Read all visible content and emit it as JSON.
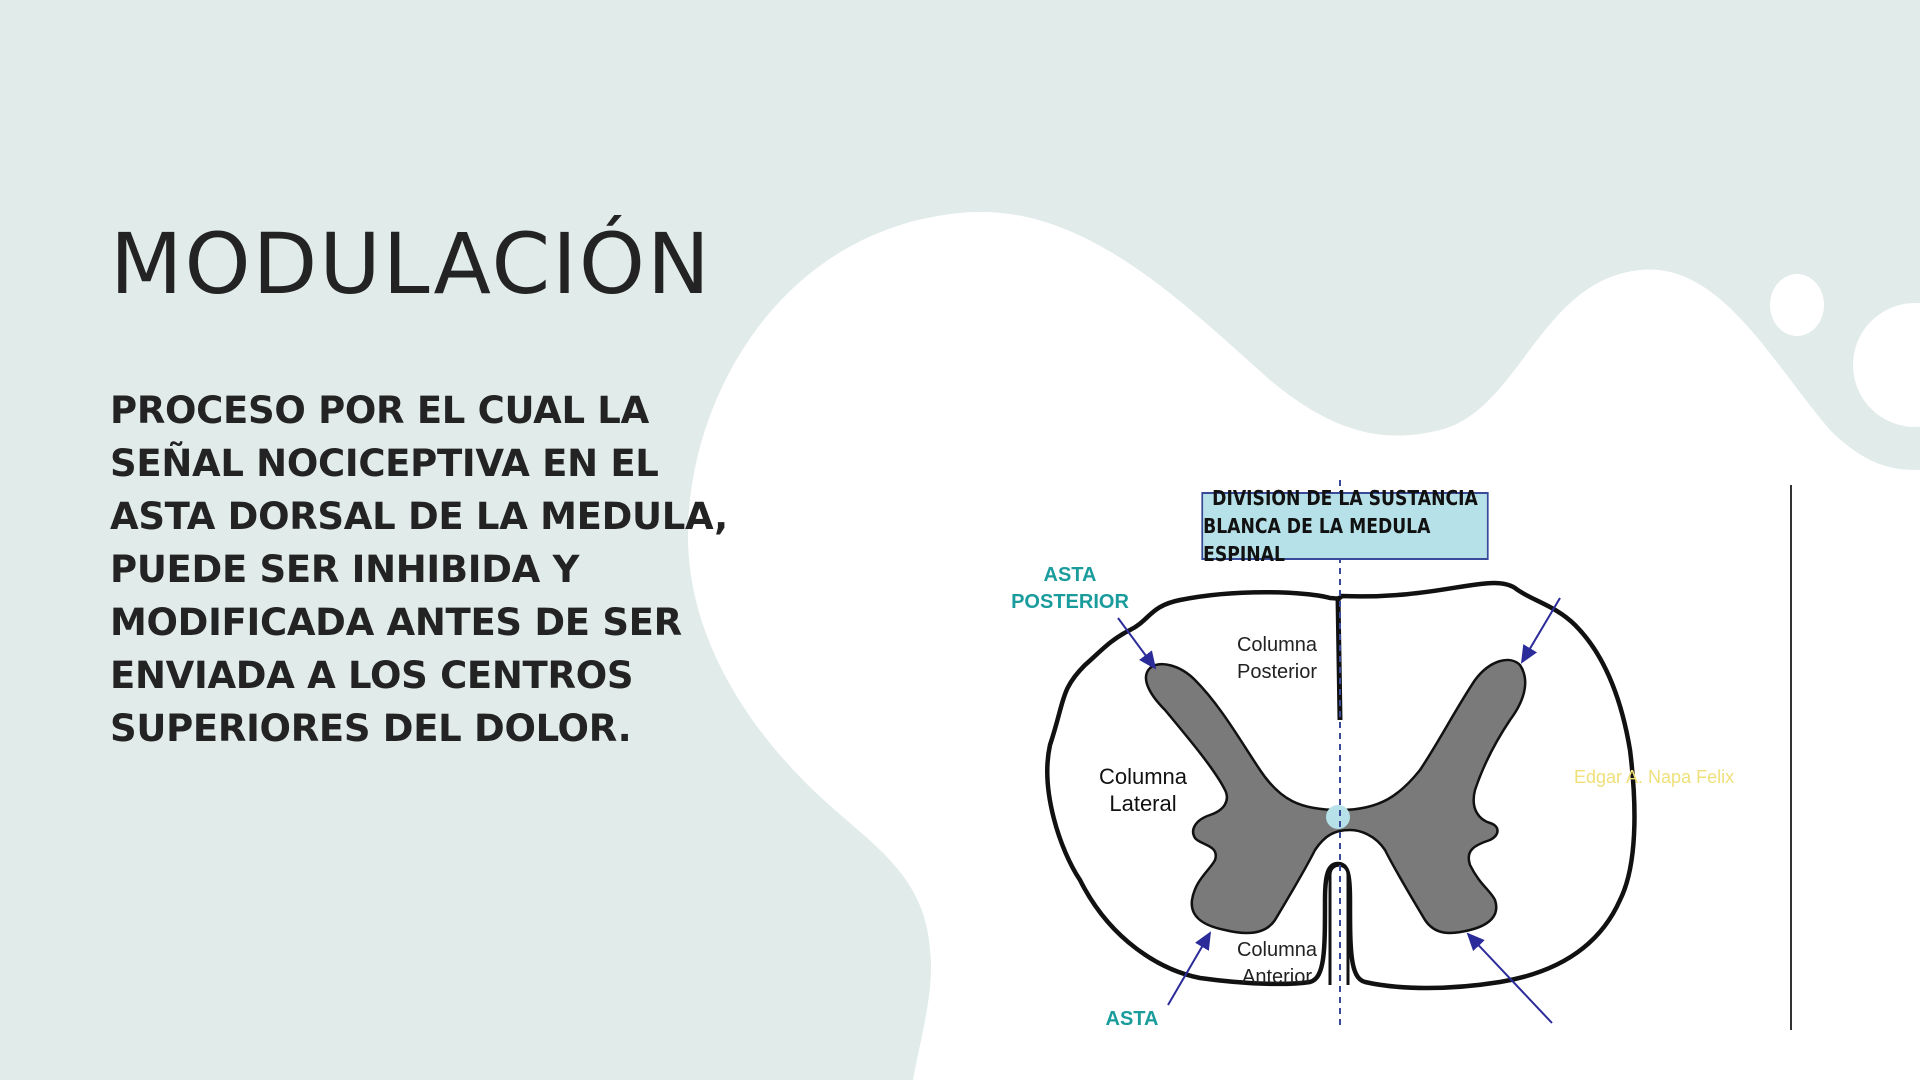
{
  "slide": {
    "title": "MODULACIÓN",
    "body": "PROCESO POR EL CUAL LA SEÑAL NOCICEPTIVA EN EL ASTA DORSAL DE LA MEDULA, PUEDE SER INHIBIDA Y MODIFICADA ANTES DE SER ENVIADA A LOS CENTROS SUPERIORES DEL DOLOR."
  },
  "diagram": {
    "title_line1": "DIVISION DE LA SUSTANCIA",
    "title_line2": "BLANCA DE LA MEDULA ESPINAL",
    "labels": {
      "asta_posterior_1": "ASTA",
      "asta_posterior_2": "POSTERIOR",
      "columna_posterior_1": "Columna",
      "columna_posterior_2": "Posterior",
      "columna_lateral_1": "Columna",
      "columna_lateral_2": "Lateral",
      "columna_anterior_1": "Columna",
      "columna_anterior_2": "Anterior",
      "asta_anterior": "ASTA",
      "watermark": "Edgar A. Napa Felix"
    }
  },
  "colors": {
    "background": "#e1ebea",
    "blob": "#ffffff",
    "text": "#232323",
    "gray_matter": "#7a7a7a",
    "title_box": "#b7e1e8",
    "arrow": "#2b2b9a",
    "label_teal": "#1a9c9c",
    "central_canal": "#b7e1e8"
  }
}
